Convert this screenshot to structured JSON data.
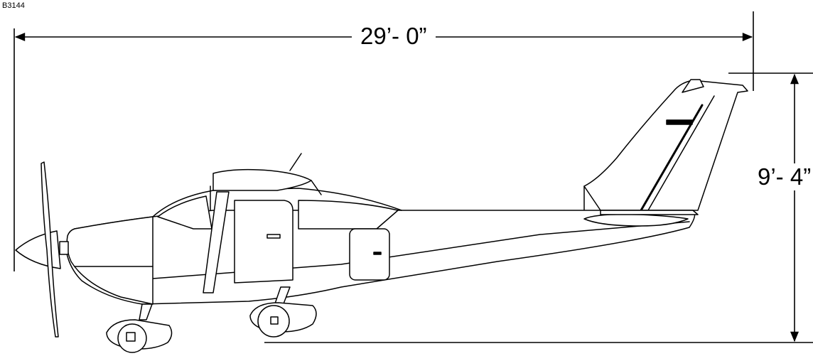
{
  "diagram": {
    "reference_code": "B3144",
    "overall_length": "29’- 0”",
    "overall_height": "9’- 4”"
  }
}
